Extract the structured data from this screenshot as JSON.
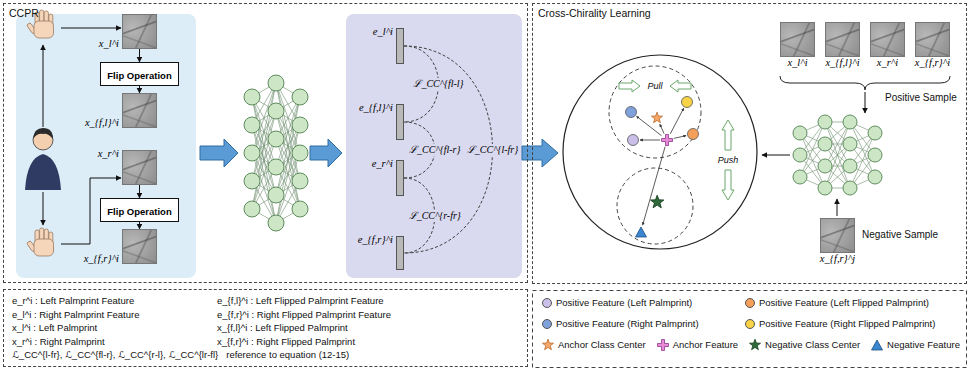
{
  "diagram": {
    "nodes": [
      {
        "text": [
          "CCPR"
        ]
      },
      {
        "text": [
          "x_l^i"
        ],
        "in": 0
      },
      {
        "text": [
          "Flip Operation"
        ],
        "in": 0
      },
      {
        "text": [
          "x_{f,l}^i"
        ],
        "in": 0
      },
      {
        "text": [
          "x_r^i"
        ],
        "in": 0
      },
      {
        "text": [
          "Flip Operation"
        ],
        "in": 0
      },
      {
        "text": [
          "x_{f,r}^i"
        ],
        "in": 0
      },
      {
        "text": [
          "e_l^i"
        ],
        "in": 0
      },
      {
        "text": [
          "e_{f,l}^i"
        ],
        "in": 0
      },
      {
        "text": [
          "e_r^i"
        ],
        "in": 0
      },
      {
        "text": [
          "e_{f,r}^i"
        ],
        "in": 0
      },
      {
        "text": [
          "Cross-Chirality Learning"
        ]
      },
      {
        "text": [
          "x_l^i"
        ],
        "in": 11
      },
      {
        "text": [
          "x_{f,l}^i"
        ],
        "in": 11
      },
      {
        "text": [
          "x_r^i"
        ],
        "in": 11
      },
      {
        "text": [
          "x_{f,r}^i"
        ],
        "in": 11
      },
      {
        "text": [
          "x_{f,r}^j"
        ],
        "in": 11
      },
      {
        "text": [
          "e_r^i : Left Palmprint Feature",
          "e_{f,l}^i : Left Flipped Palmprint Feature",
          "x_l^i : Left Palmprint",
          "x_{f,l}^i : Left Flipped Palmprint",
          "e_l^i : Right Palmprint Feature",
          "e_{f,r}^i : Right Flipped Palmprint Feature",
          "x_r^i : Right Palmprint",
          "x_{f,r}^i : Right Flipped Palmprint",
          "ℒ_CC^{l-fr}, ℒ_CC^{fl-r}, ℒ_CC^{r-l}, ℒ_CC^{lr-fl}",
          "reference to equation (12-15)"
        ]
      }
    ],
    "edges": [
      {
        "from": 1,
        "to": 2,
        "arrow": "to"
      },
      {
        "from": 2,
        "to": 3,
        "arrow": "to"
      },
      {
        "from": 4,
        "to": 5,
        "arrow": "to"
      },
      {
        "from": 5,
        "to": 6,
        "arrow": "to"
      },
      {
        "from": 7,
        "to": 8,
        "label": "ℒ_CC^{fl-l}",
        "arrow": "none"
      },
      {
        "from": 8,
        "to": 9,
        "label": "ℒ_CC^{fl-r}",
        "arrow": "none"
      },
      {
        "from": 7,
        "to": 10,
        "label": "ℒ_CC^{l-fr}",
        "arrow": "none"
      },
      {
        "from": 9,
        "to": 10,
        "label": "ℒ_CC^{r-fr}",
        "arrow": "none"
      }
    ],
    "labels": [
      "Positive Sample",
      "Negative Sample",
      "Pull",
      "Push"
    ],
    "legend": [
      {
        "text": "Positive Feature (Left Palmprint)",
        "color": "#c9bfe8"
      },
      {
        "text": "Positive Feature (Left Flipped Palmprint)",
        "color": "#f5a05a"
      },
      {
        "text": "Positive Feature (Right Palmprint)",
        "color": "#7fa2dd"
      },
      {
        "text": "Positive Feature (Right Flipped Palmprint)",
        "color": "#f8d347"
      },
      {
        "text": "Anchor Class Center"
      },
      {
        "text": "Anchor Feature"
      },
      {
        "text": "Negative Class Center"
      },
      {
        "text": "Negative Feature"
      }
    ]
  }
}
